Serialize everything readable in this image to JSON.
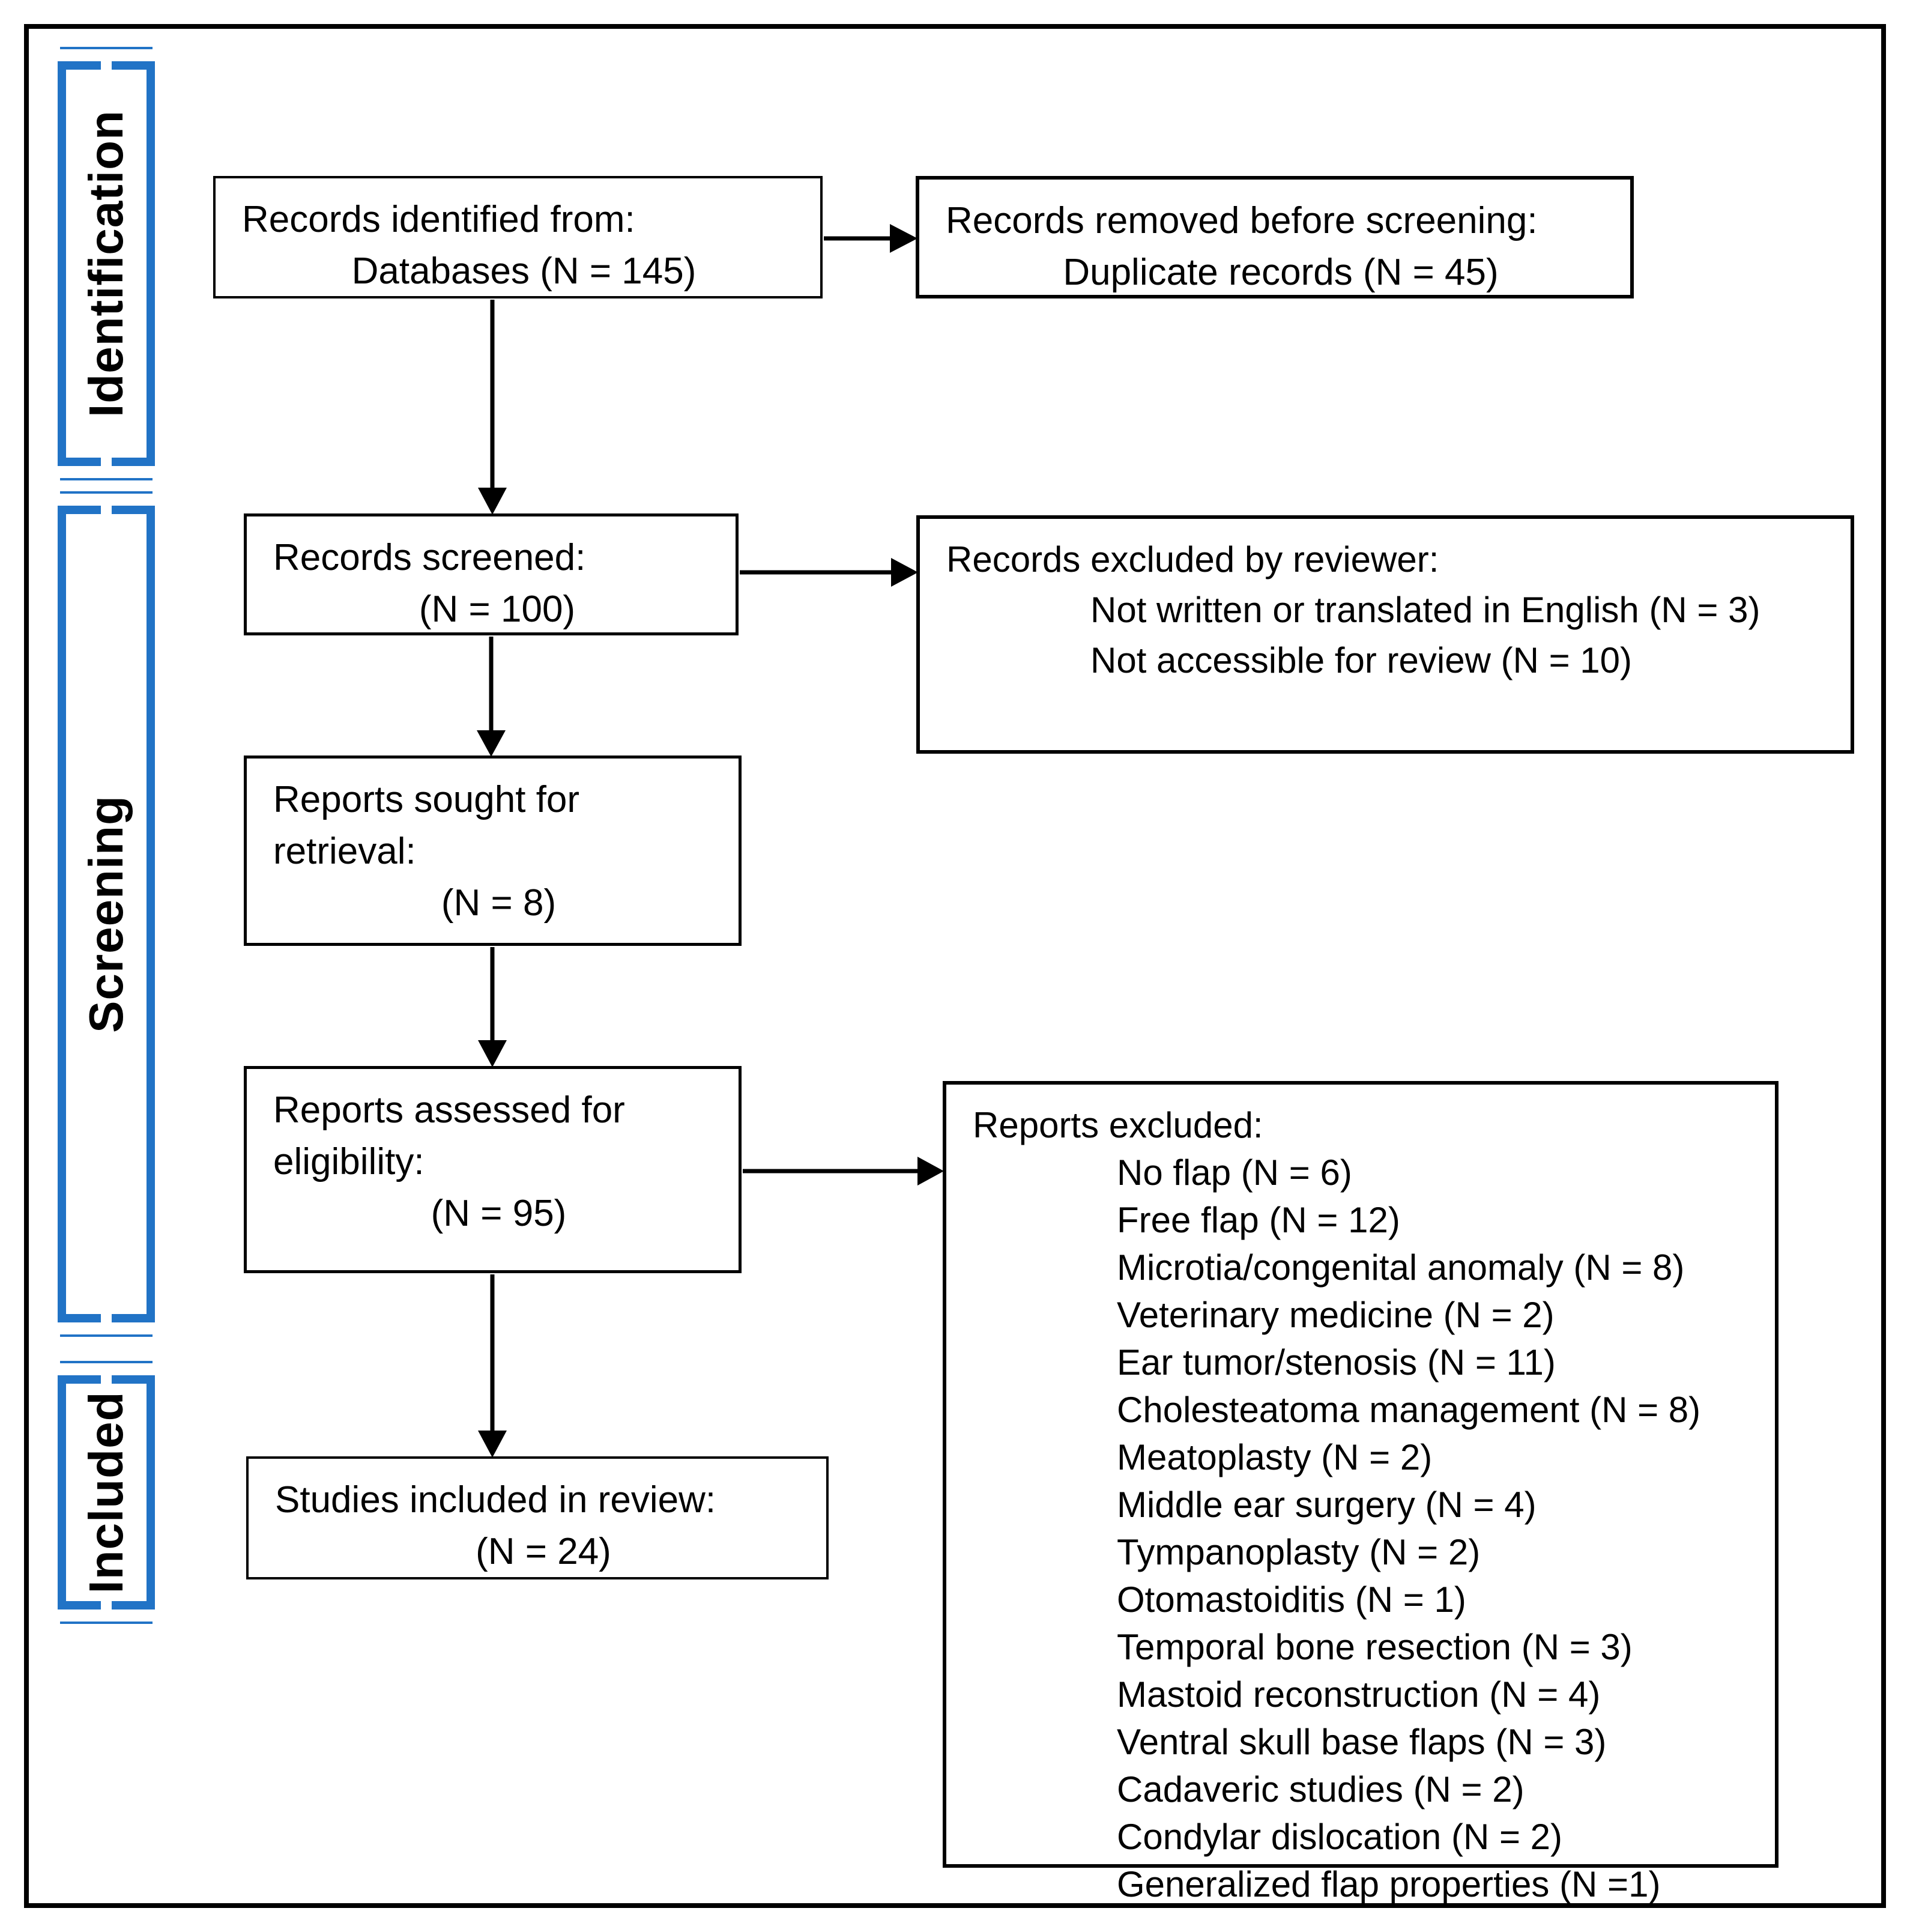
{
  "figure": {
    "type": "prisma-flow-diagram",
    "stages": [
      {
        "label": "Identification"
      },
      {
        "label": "Screening"
      },
      {
        "label": "Included"
      }
    ],
    "boxes": {
      "identified": {
        "line1": "Records identified from:",
        "line2": "Databases (N = 145)"
      },
      "removed": {
        "line1": "Records removed before screening:",
        "line2": "Duplicate records (N = 45)"
      },
      "screened": {
        "line1": "Records screened:",
        "line2": "(N = 100)"
      },
      "excluded_reviewer": {
        "line1": "Records excluded by reviewer:",
        "items": [
          "Not written or translated in English (N = 3)",
          "Not accessible for review (N = 10)"
        ]
      },
      "sought": {
        "line1": "Reports sought for",
        "line2": "retrieval:",
        "line3": "(N = 8)"
      },
      "assessed": {
        "line1": "Reports assessed for",
        "line2": "eligibility:",
        "line3": "(N = 95)"
      },
      "reports_excluded": {
        "line1": "Reports excluded:",
        "items": [
          "No flap (N = 6)",
          "Free flap (N = 12)",
          "Microtia/congenital anomaly (N = 8)",
          "Veterinary medicine (N = 2)",
          "Ear tumor/stenosis (N = 11)",
          "Cholesteatoma management (N = 8)",
          "Meatoplasty (N = 2)",
          "Middle ear surgery (N = 4)",
          "Tympanoplasty (N = 2)",
          "Otomastoiditis (N = 1)",
          "Temporal bone resection (N = 3)",
          "Mastoid reconstruction (N = 4)",
          "Ventral skull base flaps (N = 3)",
          "Cadaveric studies (N = 2)",
          "Condylar dislocation (N = 2)",
          "Generalized flap properties (N =1)"
        ]
      },
      "included_review": {
        "line1": "Studies included in review:",
        "line2": "(N = 24)"
      }
    },
    "colors": {
      "bracket_blue": "#2173C6",
      "line_black": "#000000",
      "background": "#ffffff"
    }
  }
}
